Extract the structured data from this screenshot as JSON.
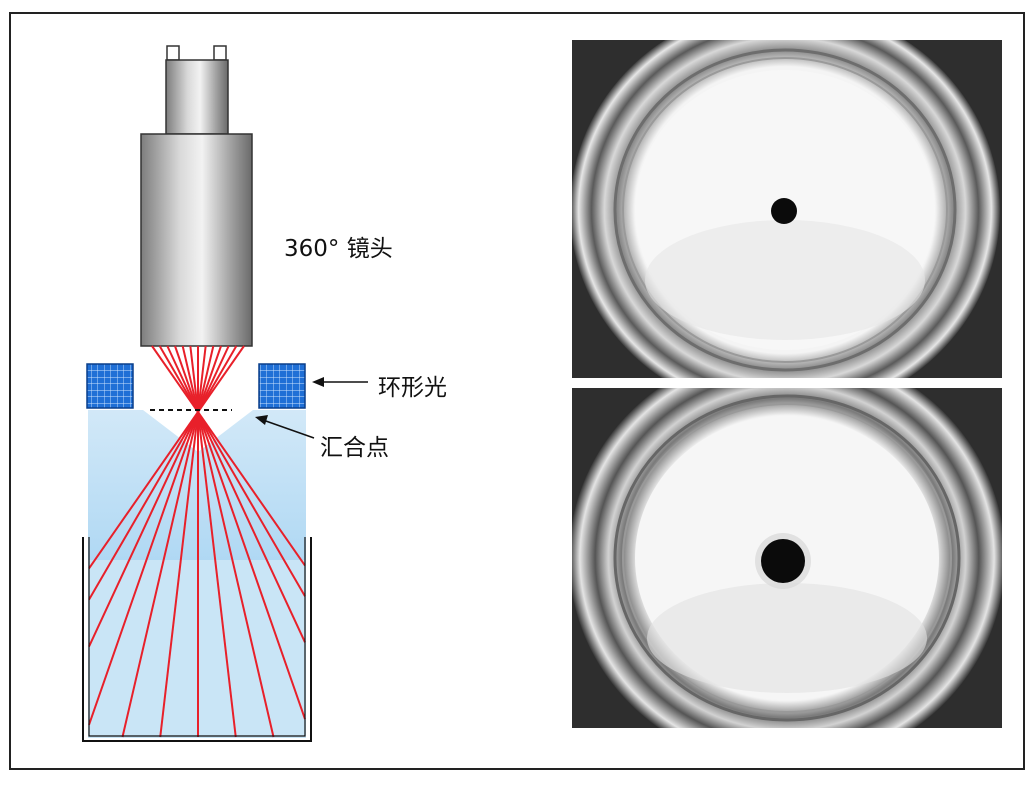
{
  "labels": {
    "lens": "360° 镜头",
    "ring_light": "环形光",
    "convergence_point": "汇合点"
  },
  "colors": {
    "lens_body": "#a8a8a8",
    "light_ray": "#e8202a",
    "ring_light": "#1f6fd6",
    "frame_border": "#222222"
  },
  "photos": [
    {
      "name": "inspection-photo-top",
      "hole": "small-clean"
    },
    {
      "name": "inspection-photo-bottom",
      "hole": "larger-rough"
    }
  ]
}
